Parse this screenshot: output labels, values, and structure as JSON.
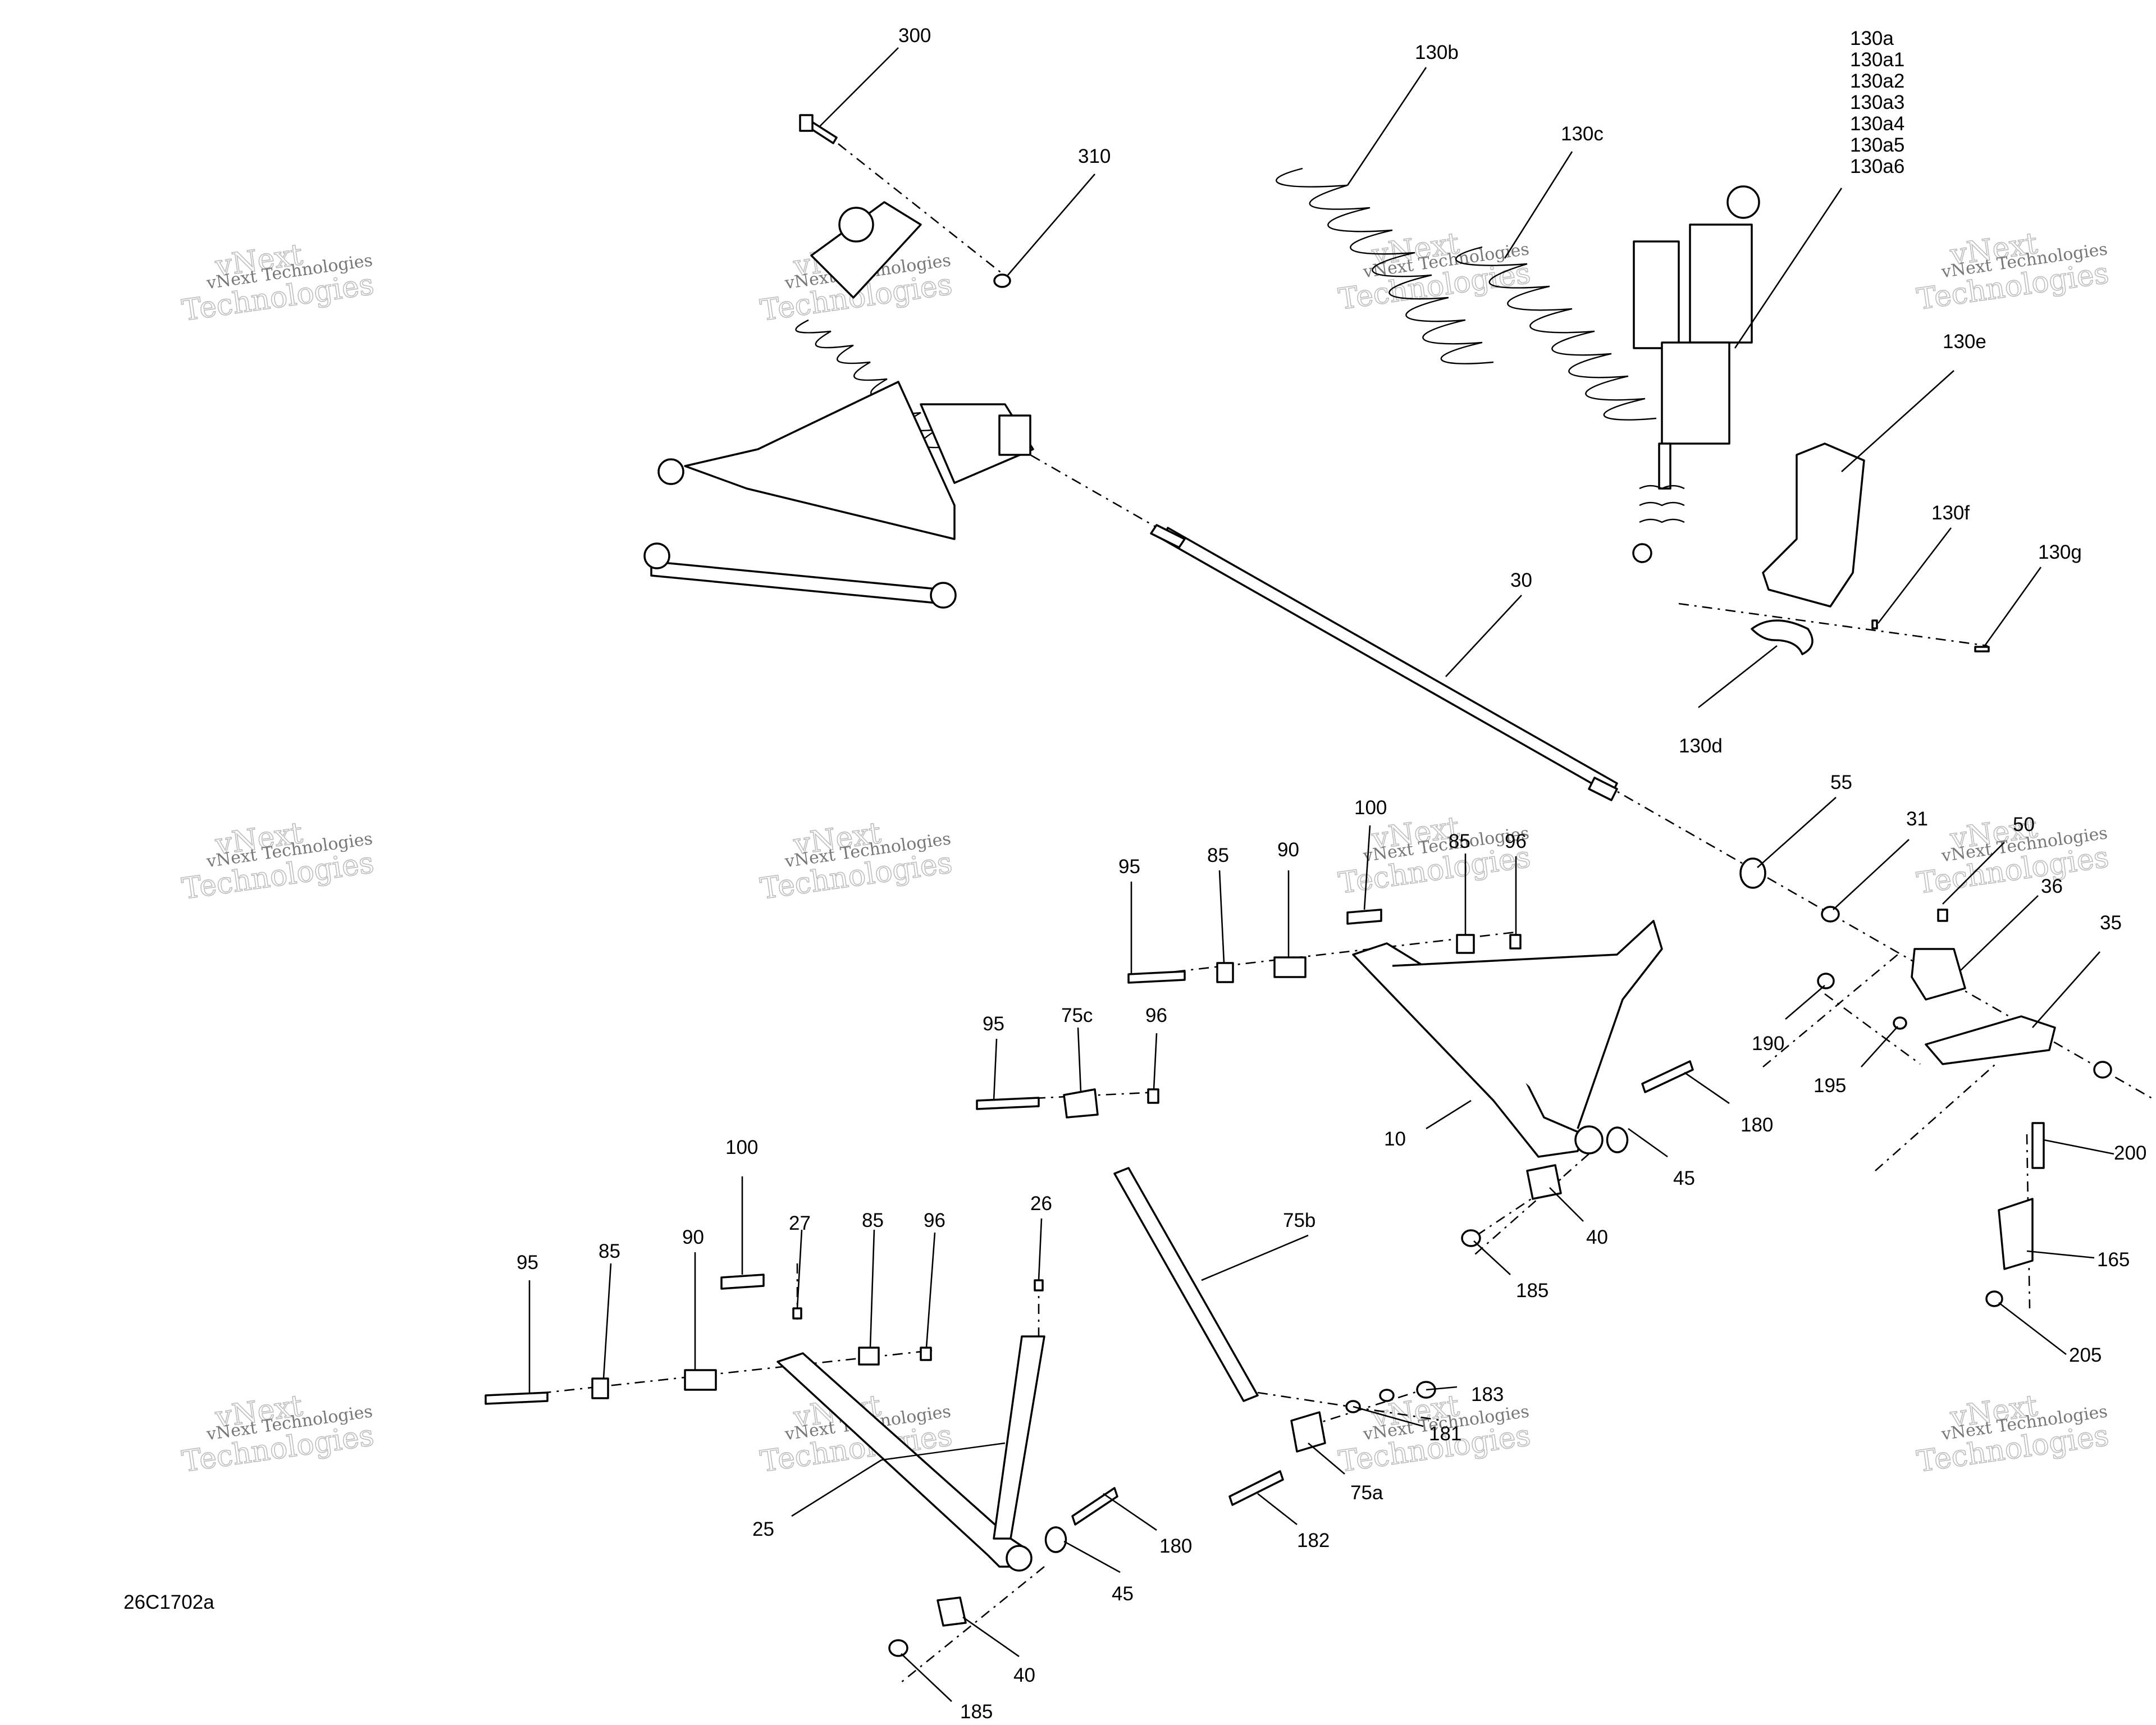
{
  "diagram_id": "26C1702a",
  "watermark": {
    "brand_short": "vNext",
    "brand_line": "vNext Technologies",
    "brand_large": "Technologies"
  },
  "callouts": {
    "c300": "300",
    "c310": "310",
    "c130b": "130b",
    "c130c": "130c",
    "c130a": [
      "130a",
      "130a1",
      "130a2",
      "130a3",
      "130a4",
      "130a5",
      "130a6"
    ],
    "c130e": "130e",
    "c130f": "130f",
    "c130g": "130g",
    "c130d": "130d",
    "c30": "30",
    "c55": "55",
    "c31": "31",
    "c50": "50",
    "c36": "36",
    "c35": "35",
    "c190": "190",
    "c195": "195",
    "c200": "200",
    "c165": "165",
    "c205": "205",
    "c100_top": "100",
    "c85_top_right": "85",
    "c96_top": "96",
    "c95_top": "95",
    "c85_top": "85",
    "c90_top": "90",
    "c95_mid": "95",
    "c75c": "75c",
    "c96_mid": "96",
    "c10": "10",
    "c180_right": "180",
    "c45_right": "45",
    "c40_right": "40",
    "c185_right": "185",
    "c75b": "75b",
    "c183": "183",
    "c181": "181",
    "c75a": "75a",
    "c182": "182",
    "c100_left": "100",
    "c95_left": "95",
    "c85_left": "85",
    "c90_left": "90",
    "c27": "27",
    "c85_left2": "85",
    "c96_left": "96",
    "c26": "26",
    "c25": "25",
    "c180_left": "180",
    "c45_left": "45",
    "c40_left": "40",
    "c185_left": "185"
  }
}
